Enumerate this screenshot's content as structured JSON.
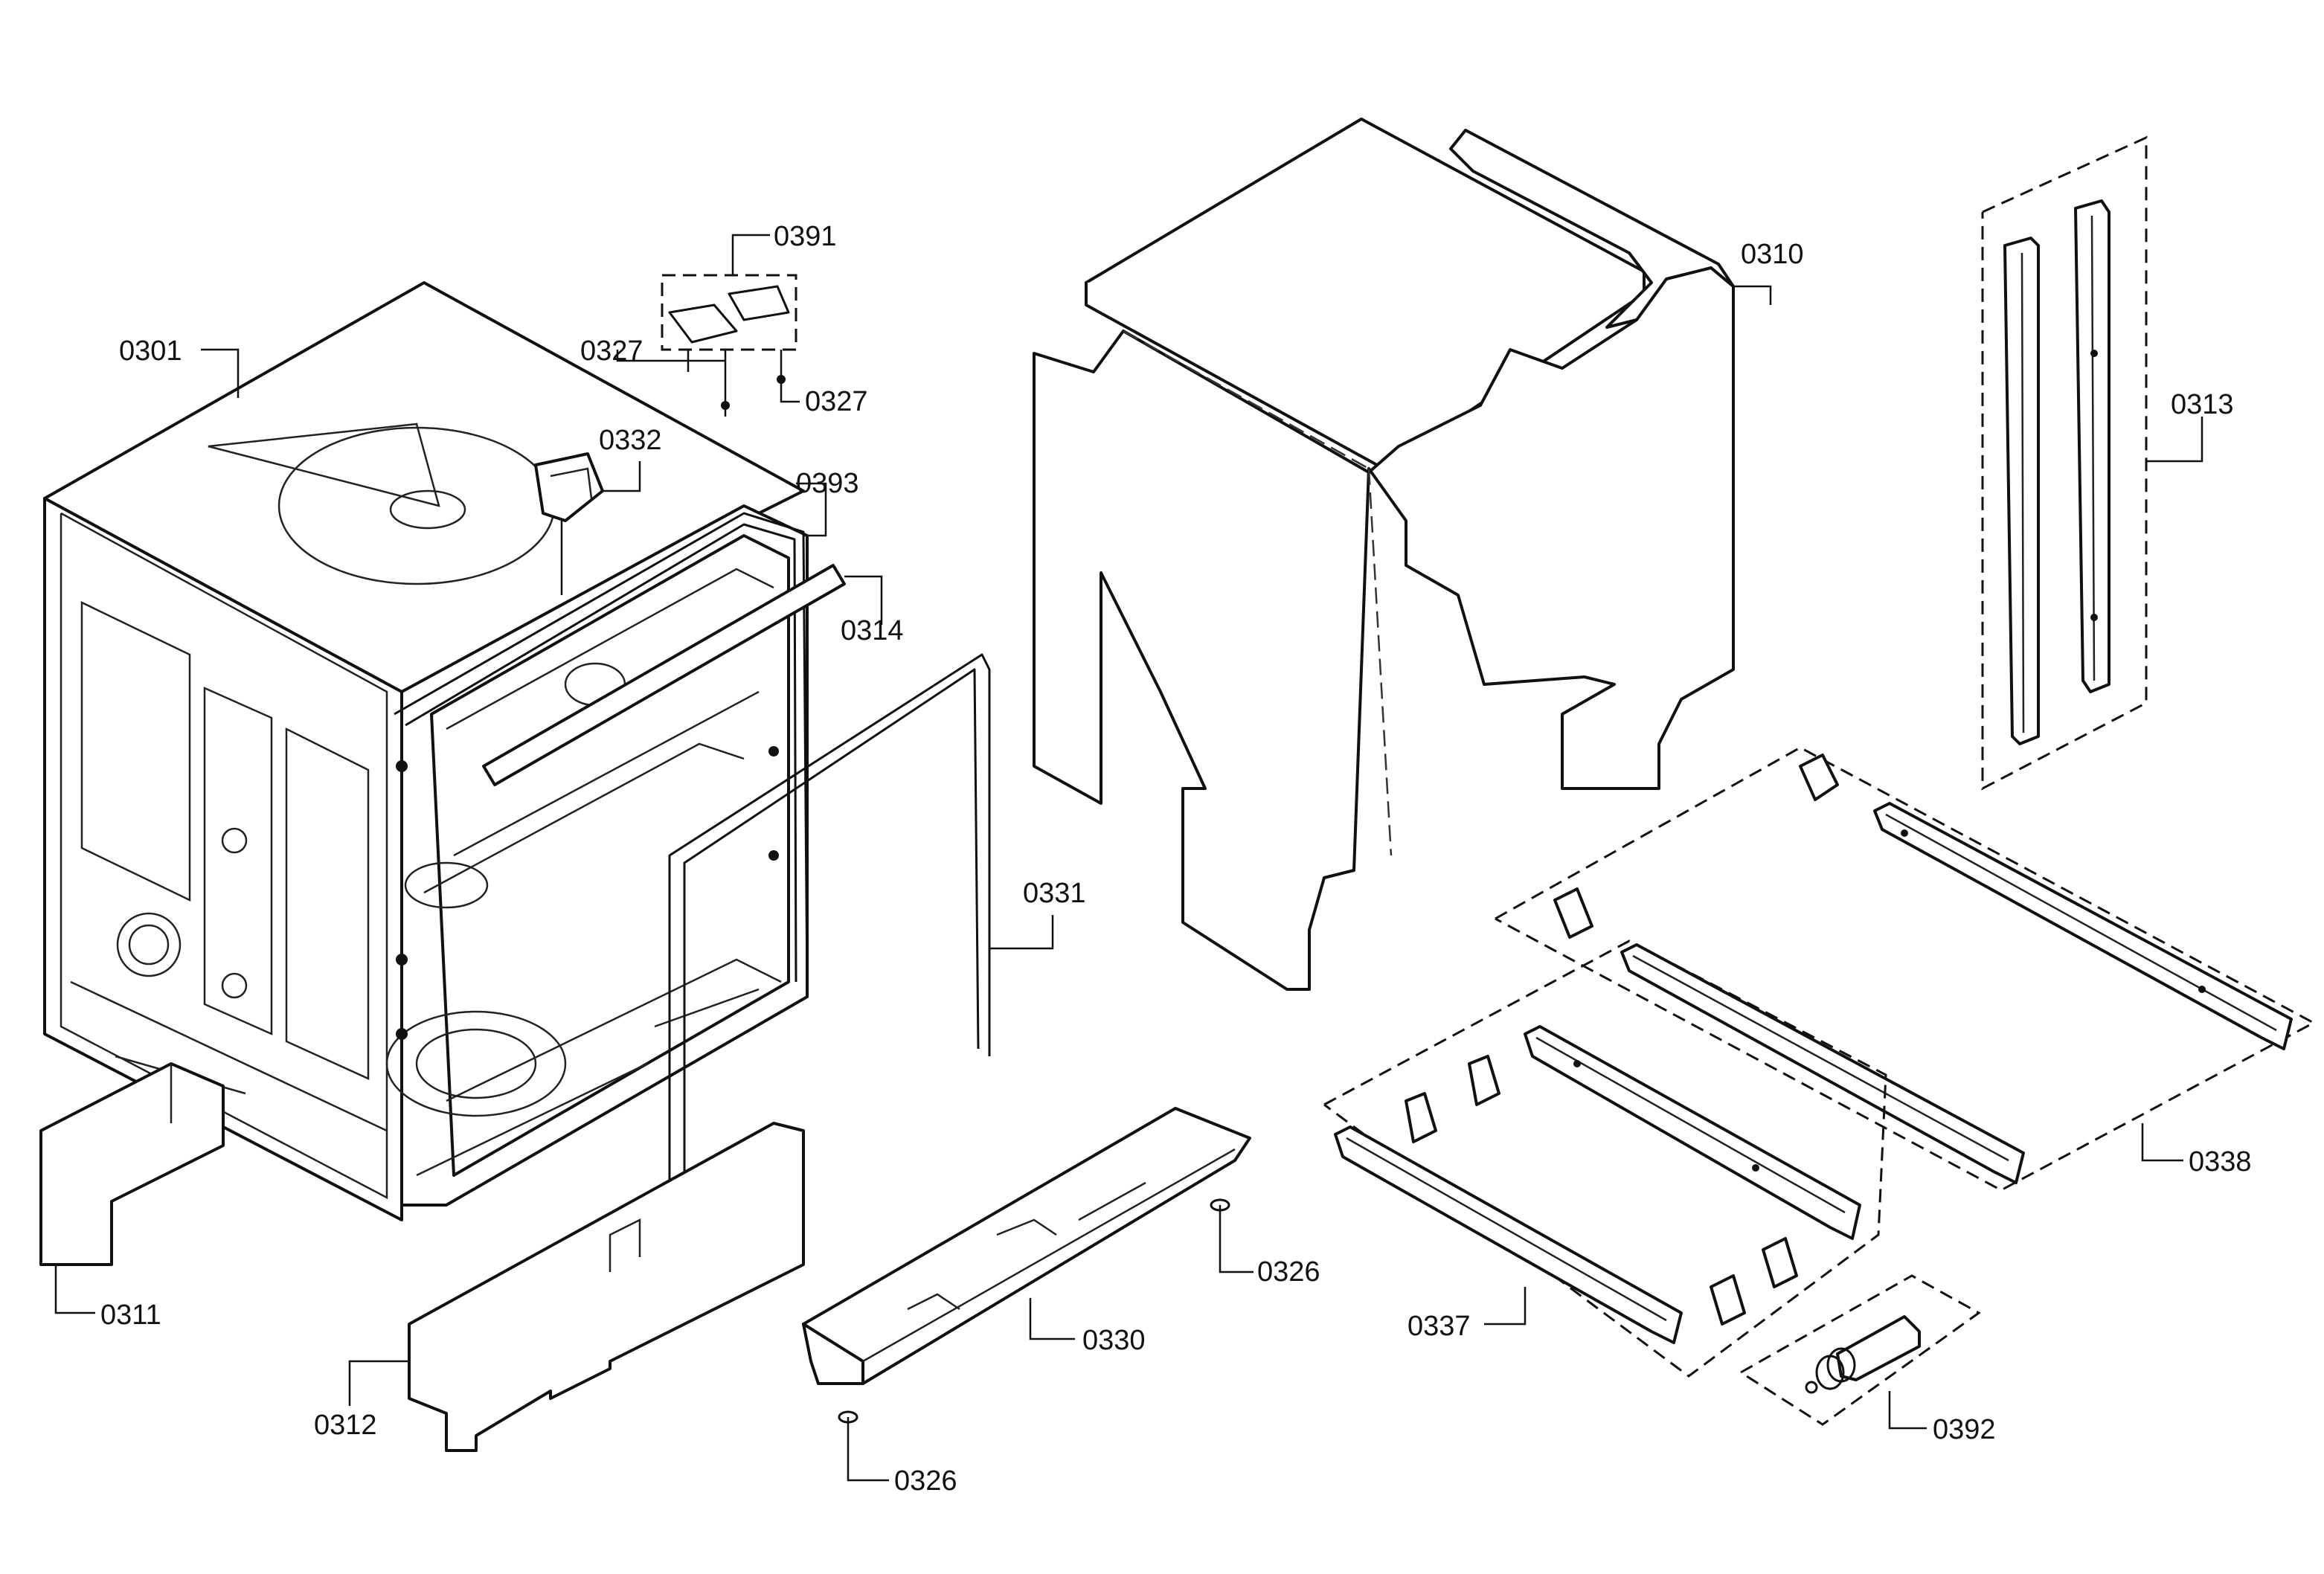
{
  "callouts": {
    "c0301": "0301",
    "c0391": "0391",
    "c0327a": "0327",
    "c0327b": "0327",
    "c0332": "0332",
    "c0393": "0393",
    "c0314": "0314",
    "c0331": "0331",
    "c0311": "0311",
    "c0312": "0312",
    "c0310": "0310",
    "c0313": "0313",
    "c0338": "0338",
    "c0337": "0337",
    "c0326a": "0326",
    "c0326b": "0326",
    "c0330": "0330",
    "c0392": "0392"
  }
}
